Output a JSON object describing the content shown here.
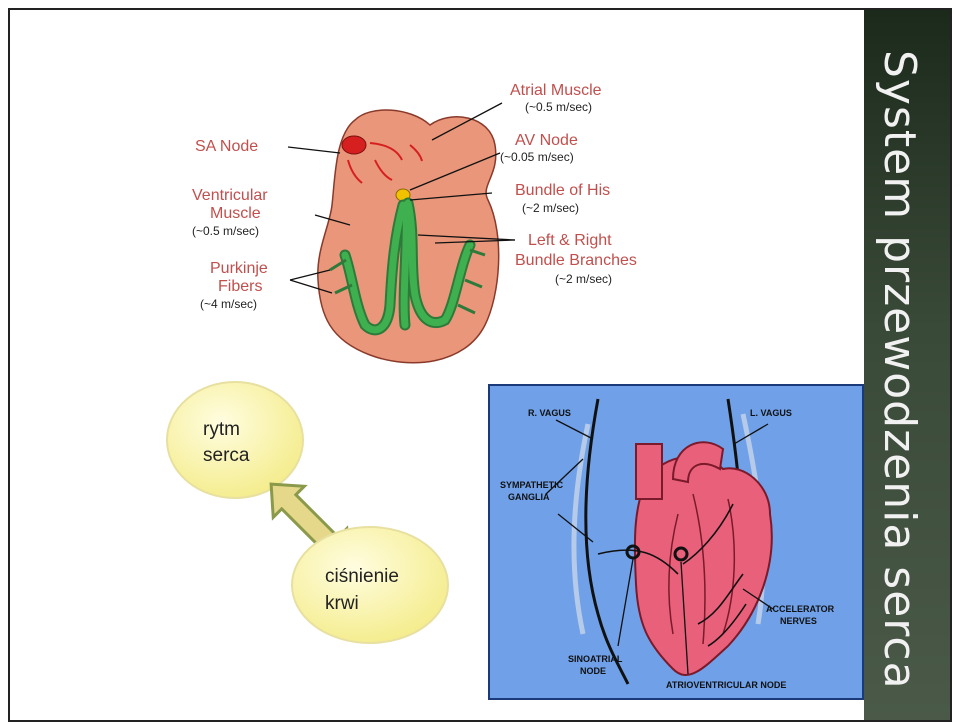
{
  "slide": {
    "title": "System przewodzenia serca"
  },
  "conduction_diagram": {
    "labels": {
      "sa_node": "SA Node",
      "atrial_muscle": "Atrial Muscle",
      "atrial_muscle_speed": "(~0.5 m/sec)",
      "av_node": "AV Node",
      "av_node_speed": "(~0.05 m/sec)",
      "bundle_of_his": "Bundle of His",
      "bundle_of_his_speed": "(~2 m/sec)",
      "bundle_branches_1": "Left & Right",
      "bundle_branches_2": "Bundle Branches",
      "bundle_branches_speed": "(~2 m/sec)",
      "ventricular_1": "Ventricular",
      "ventricular_2": "Muscle",
      "ventricular_speed": "(~0.5 m/sec)",
      "purkinje_1": "Purkinje",
      "purkinje_2": "Fibers",
      "purkinje_speed": "(~4 m/sec)"
    },
    "colors": {
      "heart_fill": "#e9967a",
      "label_color": "#c0504d",
      "fiber_green": "#3a9a4a",
      "sa_node": "#d62020",
      "av_node": "#f2c200"
    }
  },
  "relation": {
    "bubble_top_1": "rytm",
    "bubble_top_2": "serca",
    "bubble_bottom_1": "ciśnienie",
    "bubble_bottom_2": "krwi",
    "colors": {
      "bubble": "#fbf6a8",
      "arrow": "#e8d87a"
    }
  },
  "nerve_diagram": {
    "labels": {
      "r_vagus": "R. VAGUS",
      "l_vagus": "L. VAGUS",
      "sympathetic_1": "SYMPATHETIC",
      "sympathetic_2": "GANGLIA",
      "accelerator_1": "ACCELERATOR",
      "accelerator_2": "NERVES",
      "sinoatrial_1": "SINOATRIAL",
      "sinoatrial_2": "NODE",
      "atrioventricular": "ATRIOVENTRICULAR NODE"
    },
    "colors": {
      "background": "#6fa0e8",
      "heart": "#e8607a"
    }
  }
}
